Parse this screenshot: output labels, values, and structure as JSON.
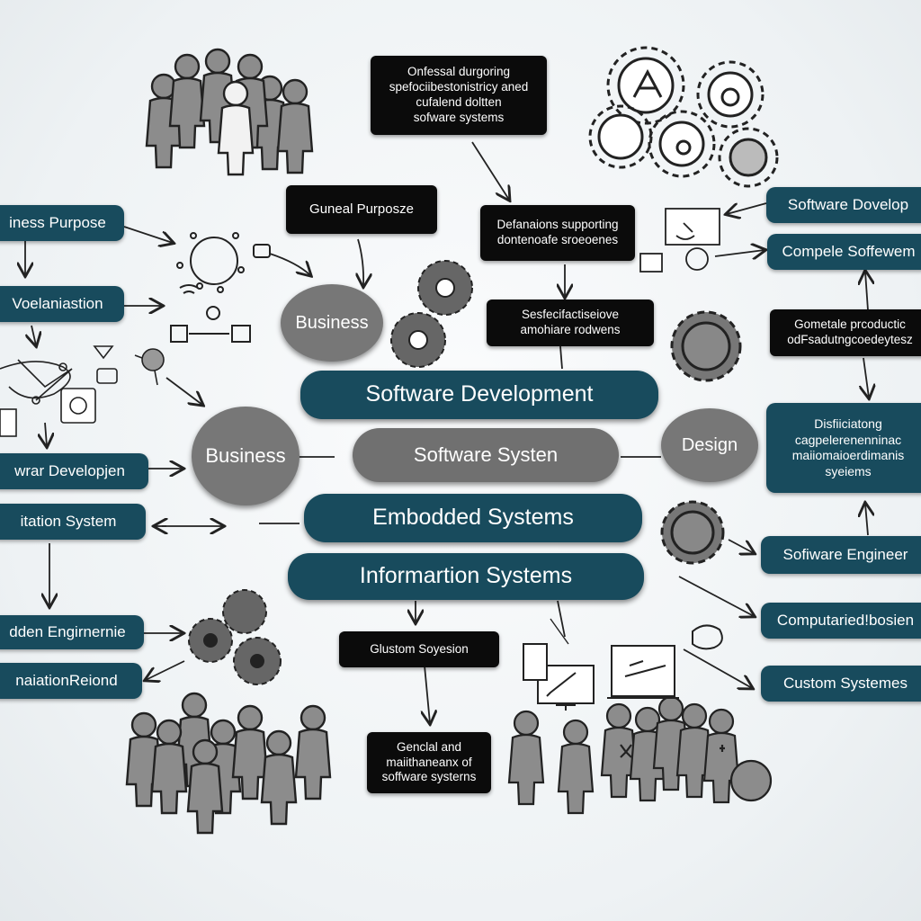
{
  "center": {
    "software_development": "Software Development",
    "software_system": "Software Systen",
    "embedded_systems": "Embodded Systems",
    "information_systems": "Informartion Systems"
  },
  "circles": {
    "business_small": "Business",
    "business_large": "Business",
    "design": "Design"
  },
  "left_labels": {
    "business_purpose": "iness Purpose",
    "visualization": "Voelaniastion",
    "software_development": "wrar Developjen",
    "station_system": "itation System",
    "modern_engineering": "dden Engirnernie",
    "animation_record": "naiationReiond"
  },
  "right_labels": {
    "software_development": "Software Dovelop",
    "complete_software": "Compele Soffewem",
    "distributing": "Disfiiciatong\ncagpelerenenninac\nmaiiomaioerdimanis\nsyeiems",
    "software_engineer": "Sofiware Engineer",
    "computerized": "Computaried!bosien",
    "custom_systems": "Custom Systemes"
  },
  "black_boxes": {
    "professional": "Onfessal durgoring\nspefociibestonistricy aned\ncufalend doltten\nsofware systems",
    "general_purpose": "Guneal Purposze",
    "definitions": "Defanaions supporting\ndontenoafe sroeoenes",
    "software_alternative": "Sesfecifactiseiove\namohiare rodwens",
    "general_productivity": "Gometale prcoductic\nodFsadutngcoedeytesz",
    "custom_solution": "Glustom Soyesion",
    "general_maintenance": "Genclal and\nmaiithaneanx of\nsoffware systerns"
  },
  "colors": {
    "teal": "#184b5d",
    "grey": "#707070",
    "black": "#0b0b0b",
    "background": "#eef2f4"
  }
}
